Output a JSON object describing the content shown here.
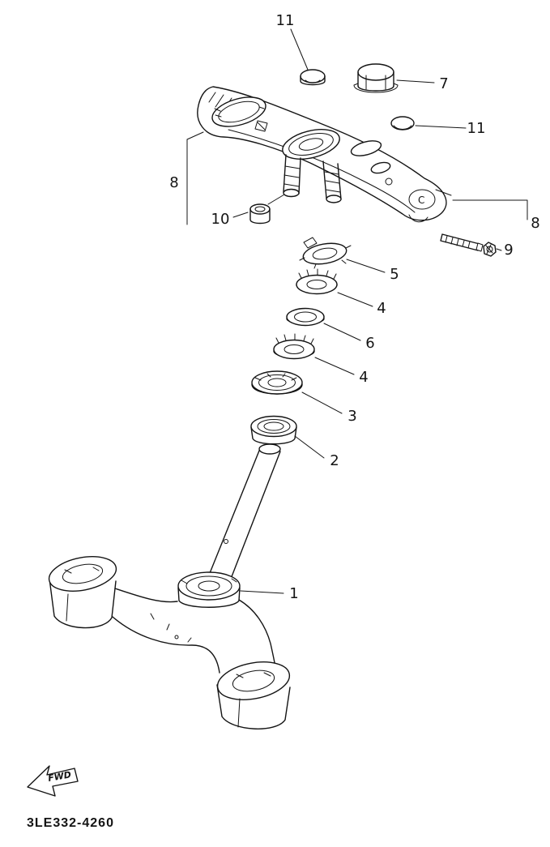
{
  "callouts": [
    "11",
    "7",
    "11",
    "8",
    "10",
    "8",
    "9",
    "5",
    "4",
    "6",
    "4",
    "3",
    "2",
    "1"
  ],
  "marks": {
    "clamp_stamp": "C"
  },
  "fwd": {
    "label": "FWD"
  },
  "footer": {
    "part_code": "3LE332-4260"
  },
  "colors": {
    "ink": "#141414",
    "paper": "#ffffff"
  }
}
